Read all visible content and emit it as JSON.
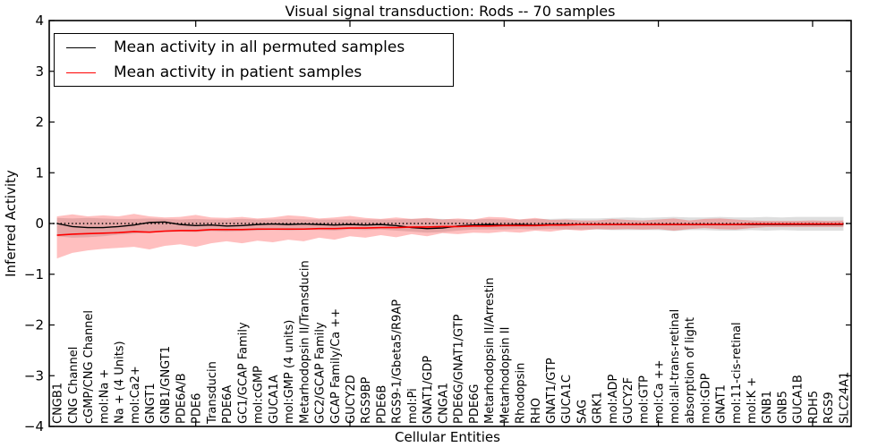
{
  "chart_data": {
    "type": "line",
    "title": "Visual signal transduction: Rods -- 70 samples",
    "xlabel": "Cellular Entities",
    "ylabel": "Inferred Activity",
    "ylim": [
      -4,
      4
    ],
    "yticks": [
      4,
      3,
      2,
      1,
      0,
      -1,
      -2,
      -3,
      -4
    ],
    "xtick_index_positions": [
      9,
      19,
      29,
      39,
      49
    ],
    "grid": false,
    "zero_line": {
      "style": "dotted",
      "color": "#000000",
      "y": 0
    },
    "legend": {
      "position": "upper-left",
      "entries": [
        {
          "label": "Mean activity in all permuted samples",
          "color": "#000000"
        },
        {
          "label": "Mean activity in patient samples",
          "color": "#ff0000"
        }
      ]
    },
    "categories": [
      "CNGB1",
      "CNG Channel",
      "cGMP/CNG Channel",
      "mol:Na +",
      "Na + (4 Units)",
      "mol:Ca2+",
      "GNGT1",
      "GNB1/GNGT1",
      "PDE6A/B",
      "PDE6",
      "Transducin",
      "PDE6A",
      "GC1/GCAP Family",
      "mol:cGMP",
      "GUCA1A",
      "mol:GMP (4 units)",
      "Metarhodopsin II/Transducin",
      "GC2/GCAP Family",
      "GCAP Family/Ca ++",
      "GUCY2D",
      "RGS9BP",
      "PDE6B",
      "RGS9-1/Gbeta5/R9AP",
      "mol:Pi",
      "GNAT1/GDP",
      "CNGA1",
      "PDE6G/GNAT1/GTP",
      "PDE6G",
      "Metarhodopsin II/Arrestin",
      "Metarhodopsin II",
      "Rhodopsin",
      "RHO",
      "GNAT1/GTP",
      "GUCA1C",
      "SAG",
      "GRK1",
      "mol:ADP",
      "GUCY2F",
      "mol:GTP",
      "mol:Ca ++",
      "mol:all-trans-retinal",
      "absorption of light",
      "mol:GDP",
      "GNAT1",
      "mol:11-cis-retinal",
      "mol:K +",
      "GNB1",
      "GNB5",
      "GUCA1B",
      "RDH5",
      "RGS9",
      "SLC24A1"
    ],
    "series": [
      {
        "name": "Mean activity in all permuted samples",
        "color": "#000000",
        "band_color": "rgba(0,0,0,0.13)",
        "values": [
          0.0,
          -0.06,
          -0.08,
          -0.08,
          -0.06,
          -0.03,
          0.02,
          0.03,
          -0.02,
          -0.04,
          -0.03,
          -0.05,
          -0.04,
          -0.02,
          -0.01,
          -0.02,
          -0.01,
          -0.02,
          -0.03,
          -0.02,
          -0.03,
          -0.02,
          -0.04,
          -0.08,
          -0.1,
          -0.09,
          -0.05,
          -0.03,
          -0.02,
          -0.03,
          -0.02,
          -0.03,
          -0.02,
          -0.02,
          -0.02,
          -0.02,
          -0.02,
          -0.02,
          -0.02,
          -0.02,
          -0.02,
          -0.02,
          -0.02,
          -0.02,
          -0.02,
          -0.02,
          -0.02,
          -0.02,
          -0.02,
          -0.02,
          -0.02,
          -0.02
        ],
        "band_hi": [
          0.11,
          0.1,
          0.11,
          0.1,
          0.09,
          0.09,
          0.1,
          0.09,
          0.08,
          0.09,
          0.08,
          0.08,
          0.09,
          0.08,
          0.08,
          0.09,
          0.08,
          0.08,
          0.08,
          0.08,
          0.08,
          0.08,
          0.08,
          0.09,
          0.1,
          0.09,
          0.08,
          0.08,
          0.09,
          0.08,
          0.08,
          0.09,
          0.09,
          0.1,
          0.1,
          0.1,
          0.11,
          0.12,
          0.11,
          0.12,
          0.13,
          0.12,
          0.12,
          0.13,
          0.12,
          0.12,
          0.13,
          0.12,
          0.13,
          0.13,
          0.13,
          0.13
        ],
        "band_lo": [
          -0.25,
          -0.28,
          -0.27,
          -0.25,
          -0.22,
          -0.2,
          -0.18,
          -0.17,
          -0.16,
          -0.17,
          -0.15,
          -0.16,
          -0.15,
          -0.14,
          -0.13,
          -0.14,
          -0.13,
          -0.13,
          -0.14,
          -0.12,
          -0.13,
          -0.12,
          -0.14,
          -0.16,
          -0.18,
          -0.17,
          -0.14,
          -0.12,
          -0.12,
          -0.12,
          -0.11,
          -0.12,
          -0.11,
          -0.12,
          -0.12,
          -0.12,
          -0.13,
          -0.13,
          -0.13,
          -0.13,
          -0.15,
          -0.13,
          -0.13,
          -0.14,
          -0.14,
          -0.13,
          -0.14,
          -0.13,
          -0.14,
          -0.14,
          -0.14,
          -0.14
        ]
      },
      {
        "name": "Mean activity in patient samples",
        "color": "#ff0000",
        "band_color": "rgba(255,0,0,0.25)",
        "values": [
          -0.23,
          -0.21,
          -0.2,
          -0.19,
          -0.18,
          -0.16,
          -0.17,
          -0.15,
          -0.14,
          -0.14,
          -0.12,
          -0.12,
          -0.12,
          -0.11,
          -0.11,
          -0.11,
          -0.11,
          -0.1,
          -0.1,
          -0.09,
          -0.09,
          -0.08,
          -0.08,
          -0.07,
          -0.07,
          -0.06,
          -0.06,
          -0.05,
          -0.05,
          -0.04,
          -0.04,
          -0.04,
          -0.03,
          -0.03,
          -0.02,
          -0.02,
          -0.02,
          -0.02,
          -0.02,
          -0.02,
          -0.02,
          -0.02,
          -0.02,
          -0.02,
          -0.02,
          -0.01,
          -0.01,
          -0.01,
          -0.01,
          -0.01,
          -0.01,
          -0.01
        ],
        "band_hi": [
          0.14,
          0.18,
          0.14,
          0.16,
          0.14,
          0.19,
          0.14,
          0.12,
          0.13,
          0.17,
          0.12,
          0.11,
          0.13,
          0.1,
          0.12,
          0.16,
          0.14,
          0.1,
          0.12,
          0.15,
          0.11,
          0.09,
          0.12,
          0.09,
          0.11,
          0.08,
          0.1,
          0.08,
          0.13,
          0.12,
          0.08,
          0.11,
          0.07,
          0.08,
          0.06,
          0.06,
          0.09,
          0.07,
          0.06,
          0.08,
          0.1,
          0.06,
          0.09,
          0.1,
          0.08,
          0.06,
          0.05,
          0.05,
          0.05,
          0.06,
          0.05,
          0.06
        ],
        "band_lo": [
          -0.69,
          -0.58,
          -0.53,
          -0.5,
          -0.48,
          -0.46,
          -0.51,
          -0.44,
          -0.41,
          -0.46,
          -0.39,
          -0.35,
          -0.39,
          -0.34,
          -0.37,
          -0.32,
          -0.35,
          -0.28,
          -0.32,
          -0.25,
          -0.28,
          -0.23,
          -0.27,
          -0.21,
          -0.25,
          -0.19,
          -0.21,
          -0.18,
          -0.19,
          -0.16,
          -0.18,
          -0.14,
          -0.16,
          -0.12,
          -0.14,
          -0.11,
          -0.12,
          -0.11,
          -0.12,
          -0.11,
          -0.14,
          -0.11,
          -0.09,
          -0.11,
          -0.12,
          -0.09,
          -0.07,
          -0.07,
          -0.07,
          -0.07,
          -0.07,
          -0.07
        ]
      }
    ]
  }
}
